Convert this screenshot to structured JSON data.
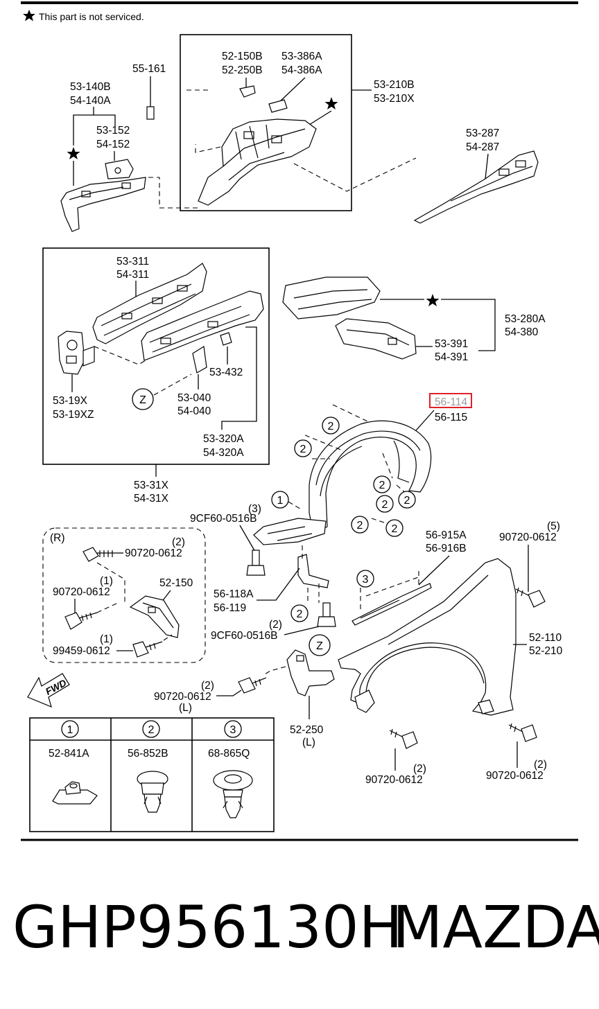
{
  "header": {
    "legend_note": "This part is not serviced."
  },
  "labels": {
    "l55_161": "55-161",
    "l52_150B": "52-150B",
    "l52_250B": "52-250B",
    "l53_386A": "53-386A",
    "l54_386A": "54-386A",
    "l53_210B": "53-210B",
    "l53_210X": "53-210X",
    "l53_140B": "53-140B",
    "l54_140A": "54-140A",
    "l53_152": "53-152",
    "l54_152": "54-152",
    "l53_287": "53-287",
    "l54_287": "54-287",
    "l53_311": "53-311",
    "l54_311": "54-311",
    "l53_432": "53-432",
    "l53_19X": "53-19X",
    "l53_19XZ": "53-19XZ",
    "l53_040": "53-040",
    "l54_040": "54-040",
    "l53_320A": "53-320A",
    "l54_320A": "54-320A",
    "l53_31X": "53-31X",
    "l54_31X": "54-31X",
    "l53_280A": "53-280A",
    "l54_380": "54-380",
    "l53_391": "53-391",
    "l54_391": "54-391",
    "l56_114": "56-114",
    "l56_115": "56-115",
    "q3": "(3)",
    "l9CF60_a": "9CF60-0516B",
    "r_tag": "(R)",
    "q2_a": "(2)",
    "l90720_a": "90720-0612",
    "q1_a": "(1)",
    "l90720_b": "90720-0612",
    "l52_150": "52-150",
    "q1_b": "(1)",
    "l99459": "99459-0612",
    "l56_118A": "56-118A",
    "l56_119": "56-119",
    "q2_b": "(2)",
    "l9CF60_b": "9CF60-0516B",
    "l56_915A": "56-915A",
    "l56_916B": "56-916B",
    "q5": "(5)",
    "l90720_c": "90720-0612",
    "l52_110": "52-110",
    "l52_210": "52-210",
    "q2_c": "(2)",
    "l90720_d": "90720-0612",
    "L_a": "(L)",
    "l52_250": "52-250",
    "L_b": "(L)",
    "q2_d": "(2)",
    "l90720_e": "90720-0612",
    "q2_e": "(2)",
    "l90720_f": "90720-0612",
    "fwd": "FWD",
    "zone_z": "Z"
  },
  "callout_numbers": {
    "one": "1",
    "two": "2",
    "three": "3"
  },
  "fastener_table": {
    "columns": [
      {
        "key": "1",
        "part": "52-841A"
      },
      {
        "key": "2",
        "part": "56-852B"
      },
      {
        "key": "3",
        "part": "68-865Q"
      }
    ]
  },
  "footer": {
    "part_number": "GHP956130H",
    "brand": "MAZDA"
  },
  "highlight": {
    "target": "56-114",
    "color": "#e0202a"
  }
}
